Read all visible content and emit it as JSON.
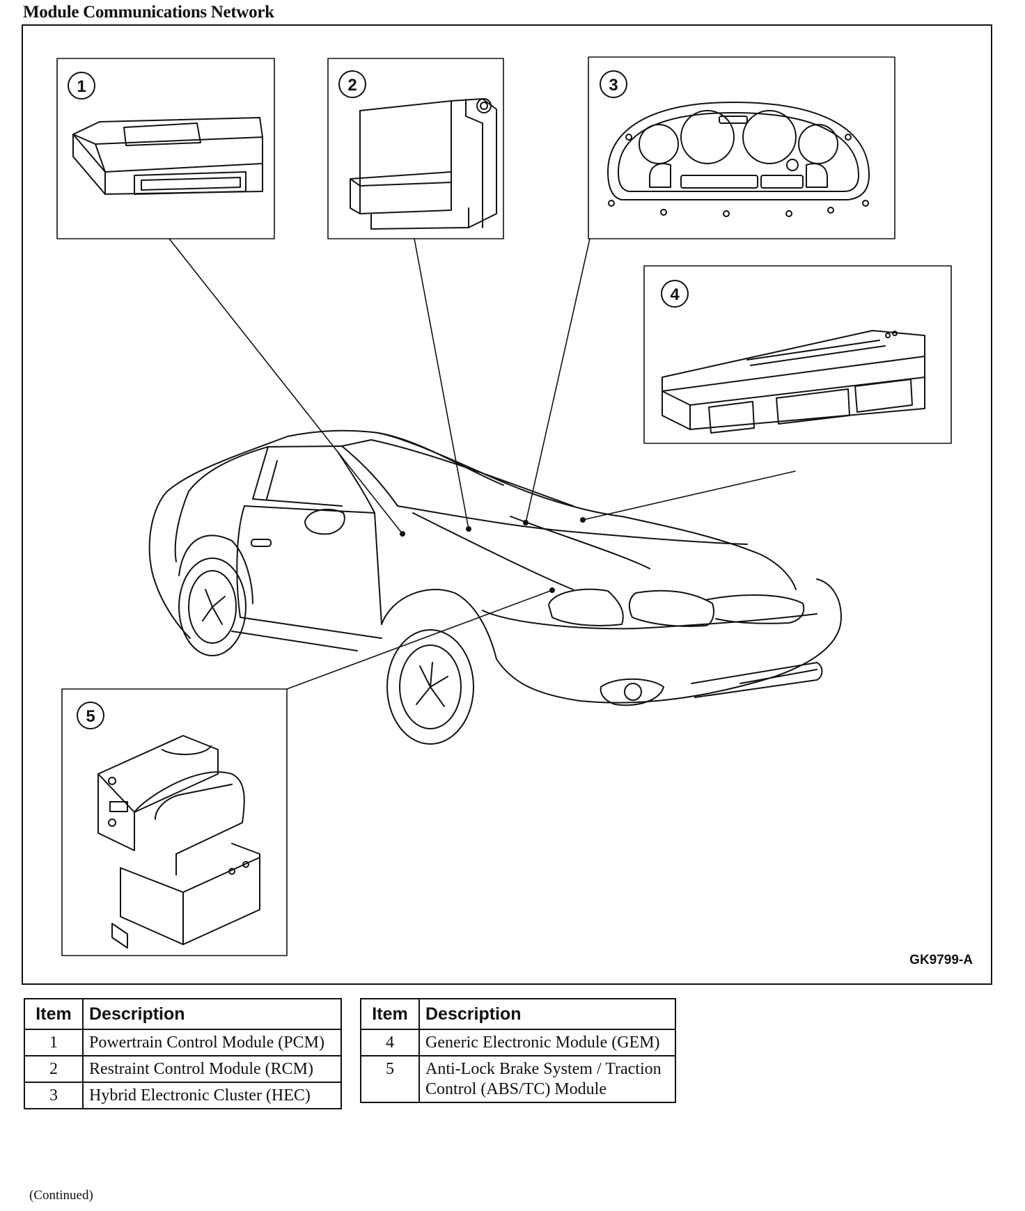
{
  "title": "Module Communications Network",
  "figure": {
    "id": "GK9799-A",
    "callouts": [
      "1",
      "2",
      "3",
      "4",
      "5"
    ]
  },
  "legend": {
    "headers": {
      "item": "Item",
      "description": "Description"
    },
    "left_rows": [
      {
        "item": "1",
        "description": "Powertrain Control Module (PCM)"
      },
      {
        "item": "2",
        "description": "Restraint Control Module (RCM)"
      },
      {
        "item": "3",
        "description": "Hybrid Electronic Cluster (HEC)"
      }
    ],
    "right_rows": [
      {
        "item": "4",
        "description": "Generic Electronic Module (GEM)"
      },
      {
        "item": "5",
        "description": "Anti-Lock Brake System / Traction Control (ABS/TC) Module"
      }
    ]
  },
  "footer": {
    "continued": "(Continued)"
  }
}
